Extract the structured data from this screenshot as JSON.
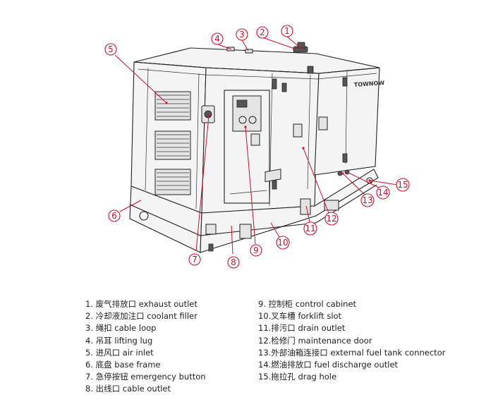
{
  "legend": {
    "left": [
      {
        "num": "1.",
        "zh": "废气排放口",
        "en": "exhaust outlet"
      },
      {
        "num": "2.",
        "zh": "冷却液加注口",
        "en": "coolant filler"
      },
      {
        "num": "3.",
        "zh": "绳扣",
        "en": "cable loop"
      },
      {
        "num": "4.",
        "zh": "吊耳",
        "en": "lifting lug"
      },
      {
        "num": "5.",
        "zh": "进风口",
        "en": "air inlet"
      },
      {
        "num": "6.",
        "zh": "底盘",
        "en": "base frame"
      },
      {
        "num": "7.",
        "zh": "急停按钮",
        "en": "emergency button"
      },
      {
        "num": "8.",
        "zh": "出线口",
        "en": "cable outlet"
      }
    ],
    "right": [
      {
        "num": "9.",
        "zh": "控制柜",
        "en": "control cabinet"
      },
      {
        "num": "10.",
        "zh": "叉车槽",
        "en": "forklift slot"
      },
      {
        "num": "11.",
        "zh": "排污口",
        "en": "drain outlet"
      },
      {
        "num": "12.",
        "zh": "检修门",
        "en": "maintenance door"
      },
      {
        "num": "13.",
        "zh": "外部油箱连接口",
        "en": "external fuel tank connector"
      },
      {
        "num": "14.",
        "zh": "燃油排放口",
        "en": "fuel discharge outlet"
      },
      {
        "num": "15.",
        "zh": "拖拉孔",
        "en": "drag hole"
      }
    ]
  },
  "callouts": [
    "1",
    "2",
    "3",
    "4",
    "5",
    "6",
    "7",
    "8",
    "9",
    "10",
    "11",
    "12",
    "13",
    "14",
    "15"
  ],
  "brand_text": "TOWNOW",
  "colors": {
    "callout": "#c8102e",
    "ink": "#222222"
  }
}
